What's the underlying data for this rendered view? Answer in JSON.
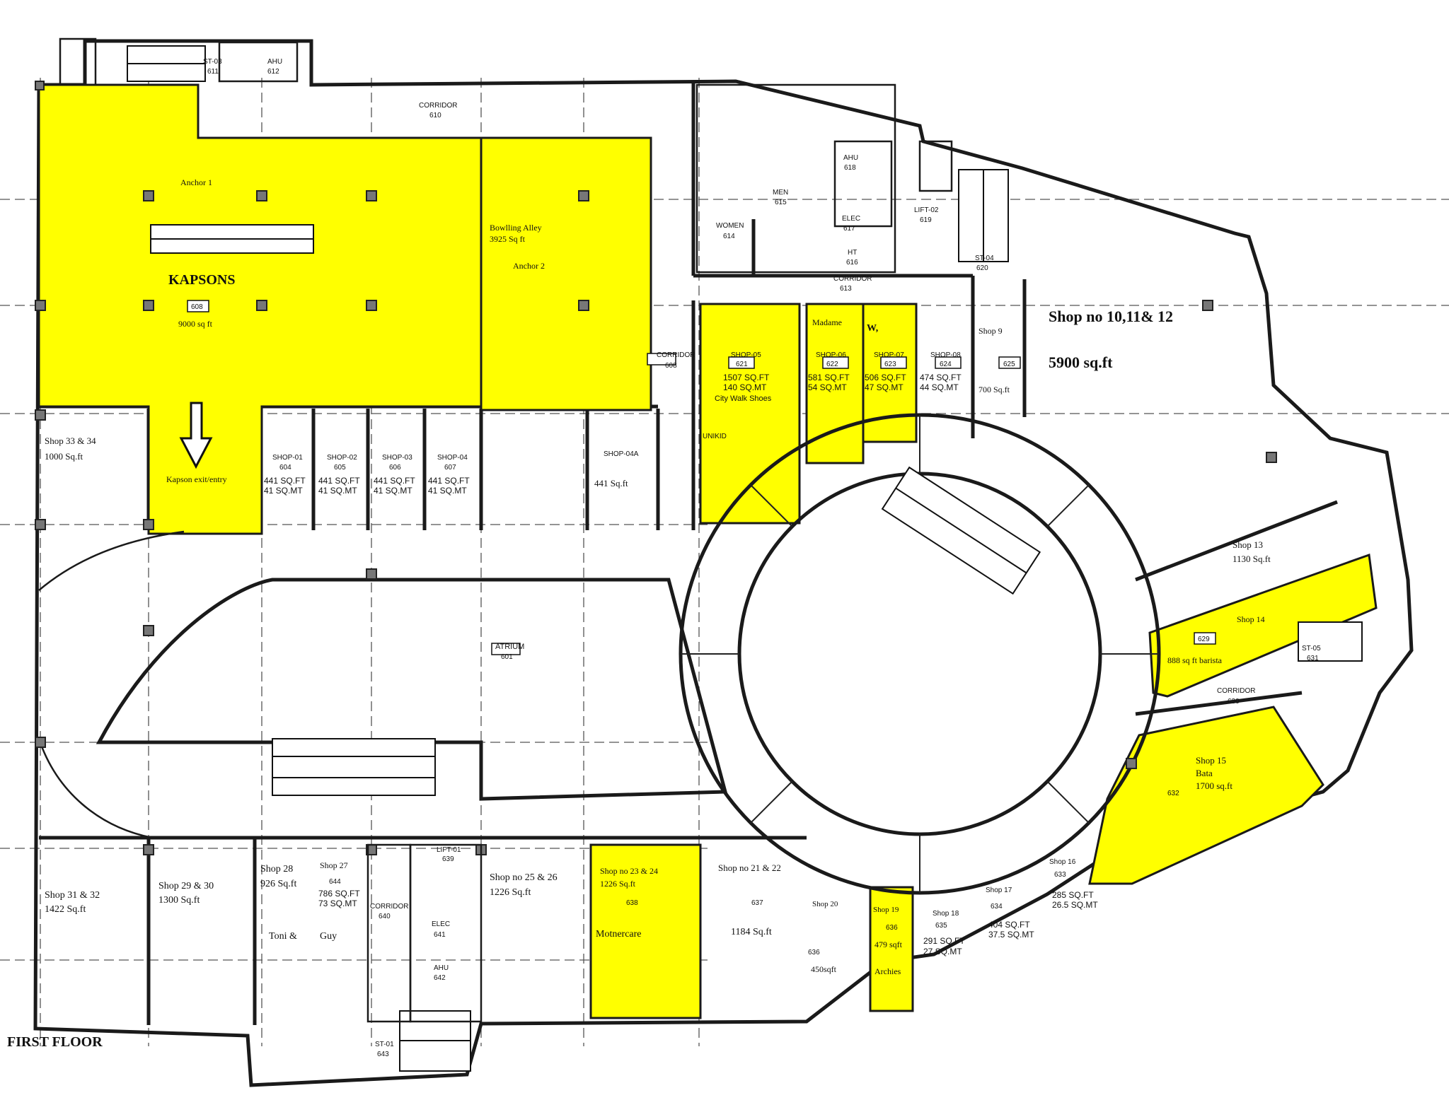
{
  "floor_title": "FIRST FLOOR",
  "colors": {
    "leased": "#ffff00",
    "wall": "#1a1a1a",
    "background": "#ffffff"
  },
  "labels": {
    "st03": "ST-03",
    "n611": "611",
    "ahu612": "AHU",
    "n612": "612",
    "corridor610": "CORRIDOR",
    "n610": "610",
    "anchor1": "Anchor 1",
    "kapsons": "KAPSONS",
    "n608a": "608",
    "kap_area": "9000 sq ft",
    "bowling": "Bowlling Alley",
    "bowling_area": "3925 Sq ft",
    "anchor2": "Anchor 2",
    "corridor608": "CORRIDOR",
    "n608b": "608",
    "women": "WOMEN",
    "n614": "614",
    "men": "MEN",
    "n615": "615",
    "ahu618": "AHU",
    "n618": "618",
    "elec617": "ELEC",
    "n617": "617",
    "ht616": "HT",
    "n616": "616",
    "corridor613": "CORRIDOR",
    "n613": "613",
    "lift02": "LIFT-02",
    "n619": "619",
    "st04": "ST-04",
    "n620": "620",
    "shop1012": "Shop no 10,11& 12",
    "shop1012_area": "5900 sq.ft",
    "shop9": "Shop 9",
    "n625": "625",
    "shop9_area": "700 Sq.ft",
    "shop05": "SHOP-05",
    "n621": "621",
    "shop05_sqft": "1507 SQ.FT",
    "shop05_sqmt": "140 SQ.MT",
    "citywalk": "City Walk Shoes",
    "madame": "Madame",
    "shop06": "SHOP-06",
    "n622": "622",
    "shop06_sqft": "581 SQ.FT",
    "shop06_sqmt": "54 SQ.MT",
    "w": "W,",
    "shop07": "SHOP-07",
    "n623": "623",
    "shop07_sqft": "506 SQ.FT",
    "shop07_sqmt": "47 SQ.MT",
    "shop08": "SHOP-08",
    "n624": "624",
    "shop08_sqft": "474 SQ.FT",
    "shop08_sqmt": "44 SQ.MT",
    "unikid": "UNIKID",
    "shop3334": "Shop 33 & 34",
    "shop3334_area": "1000 Sq.ft",
    "kapson_exit": "Kapson exit/entry",
    "shop01": "SHOP-01",
    "n604": "604",
    "shop02": "SHOP-02",
    "n605": "605",
    "shop03": "SHOP-03",
    "n606": "606",
    "shop04": "SHOP-04",
    "n607": "607",
    "s441sqft": "441 SQ.FT",
    "s41sqmt": "41 SQ.MT",
    "shop04a": "SHOP-04A",
    "shop04a_area": "441 Sq.ft",
    "shop13": "Shop 13",
    "shop13_area": "1130 Sq.ft",
    "shop14": "Shop 14",
    "n629": "629",
    "shop14_area": "888 sq ft barista",
    "st05": "ST-05",
    "n631": "631",
    "corridor630": "CORRIDOR",
    "n630": "630",
    "atrium": "ATRIUM",
    "n601": "601",
    "shop15": "Shop 15",
    "bata": "Bata",
    "shop15_area": "1700 sq.ft",
    "n632": "632",
    "shop16": "Shop 16",
    "n633": "633",
    "shop16_sqft": "285 SQ.FT",
    "shop16_sqmt": "26.5 SQ.MT",
    "shop17": "Shop 17",
    "n634": "634",
    "shop17_sqft": "404 SQ.FT",
    "shop17_sqmt": "37.5 SQ.MT",
    "shop18": "Shop 18",
    "n635": "635",
    "shop18_sqft": "291 SQ.FT",
    "shop18_sqmt": "27 SQ.MT",
    "shop19": "Shop 19",
    "n636a": "636",
    "shop19_area": "479 sqft",
    "archies": "Archies",
    "shop20": "Shop 20",
    "n636b": "636",
    "shop20_area": "450sqft",
    "shop2122": "Shop no 21 & 22",
    "n637": "637",
    "shop2122_area": "1184 Sq.ft",
    "shop2324": "Shop no 23 & 24",
    "shop2324_area": "1226 Sq.ft",
    "n638": "638",
    "motnercare": "Motnercare",
    "shop2526": "Shop no 25 & 26",
    "shop2526_area": "1226 Sq.ft",
    "lift01": "LIFT-01",
    "n639": "639",
    "elec641": "ELEC",
    "n641": "641",
    "ahu642": "AHU",
    "n642": "642",
    "corridor640": "CORRIDOR",
    "n640": "640",
    "st01": "ST-01",
    "n643": "643",
    "shop27": "Shop 27",
    "n644": "644",
    "shop27_sqft": "786 SQ.FT",
    "shop27_sqmt": "73 SQ.MT",
    "shop28": "Shop 28",
    "shop28_area": "926 Sq.ft",
    "toni": "Toni &",
    "guy": "Guy",
    "shop2930": "Shop 29 & 30",
    "shop2930_area": "1300 Sq.ft",
    "shop3132": "Shop 31 & 32",
    "shop3132_area": "1422 Sq.ft"
  }
}
